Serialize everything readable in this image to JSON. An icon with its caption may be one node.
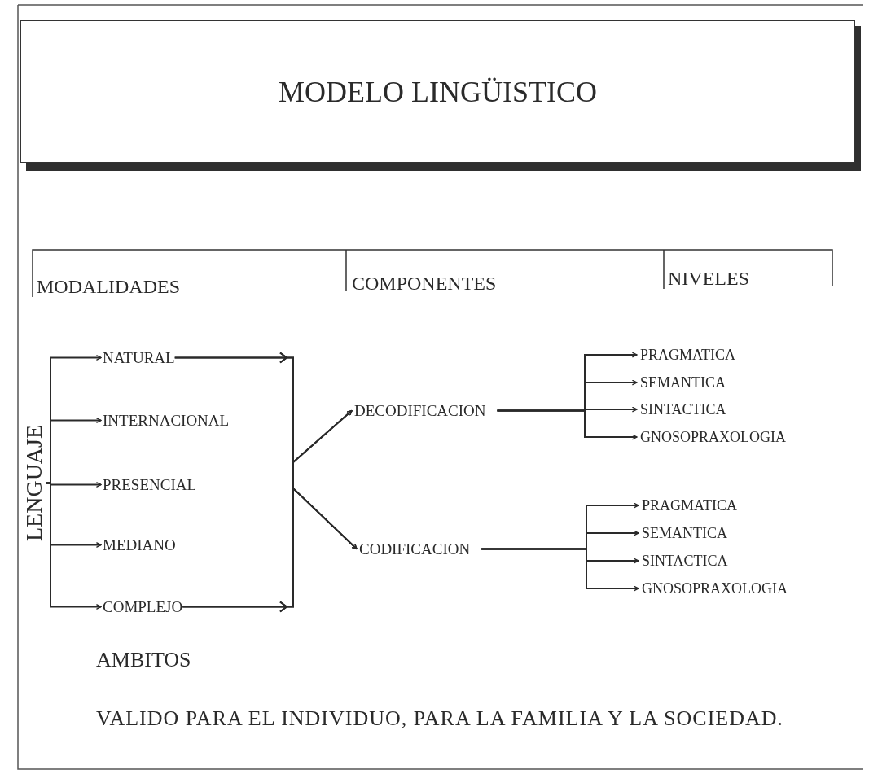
{
  "diagram": {
    "nodes": [
      {
        "text": [
          "MODELO LINGÜISTICO"
        ]
      },
      {
        "text": [
          "LENGUAJE"
        ]
      },
      {
        "text": [
          "NATURAL"
        ]
      },
      {
        "text": [
          "INTERNACIONAL"
        ]
      },
      {
        "text": [
          "PRESENCIAL"
        ]
      },
      {
        "text": [
          "MEDIANO"
        ]
      },
      {
        "text": [
          "COMPLEJO"
        ]
      },
      {
        "text": [
          "DECODIFICACION"
        ]
      },
      {
        "text": [
          "CODIFICACION"
        ]
      },
      {
        "text": [
          "PRAGMATICA"
        ]
      },
      {
        "text": [
          "SEMANTICA"
        ]
      },
      {
        "text": [
          "SINTACTICA"
        ]
      },
      {
        "text": [
          "GNOSOPRAXOLOGIA"
        ]
      },
      {
        "text": [
          "PRAGMATICA"
        ]
      },
      {
        "text": [
          "SEMANTICA"
        ]
      },
      {
        "text": [
          "SINTACTICA"
        ]
      },
      {
        "text": [
          "GNOSOPRAXOLOGIA"
        ]
      }
    ],
    "edges": [
      {
        "from": 1,
        "to": 2,
        "arrow": "to"
      },
      {
        "from": 1,
        "to": 3,
        "arrow": "to"
      },
      {
        "from": 1,
        "to": 4,
        "arrow": "to"
      },
      {
        "from": 1,
        "to": 5,
        "arrow": "to"
      },
      {
        "from": 1,
        "to": 6,
        "arrow": "to"
      },
      {
        "from": 2,
        "to": 7,
        "arrow": "to"
      },
      {
        "from": 6,
        "to": 7,
        "arrow": "to"
      },
      {
        "from": 2,
        "to": 8,
        "arrow": "to"
      },
      {
        "from": 6,
        "to": 8,
        "arrow": "to"
      },
      {
        "from": 7,
        "to": 9,
        "arrow": "to"
      },
      {
        "from": 7,
        "to": 10,
        "arrow": "to"
      },
      {
        "from": 7,
        "to": 11,
        "arrow": "to"
      },
      {
        "from": 7,
        "to": 12,
        "arrow": "to"
      },
      {
        "from": 8,
        "to": 13,
        "arrow": "to"
      },
      {
        "from": 8,
        "to": 14,
        "arrow": "to"
      },
      {
        "from": 8,
        "to": 15,
        "arrow": "to"
      },
      {
        "from": 8,
        "to": 16,
        "arrow": "to"
      }
    ],
    "labels": [
      "MODALIDADES",
      "COMPONENTES",
      "NIVELES",
      "AMBITOS",
      "VALIDO PARA EL INDIVIDUO, PARA LA FAMILIA Y LA SOCIEDAD."
    ]
  }
}
